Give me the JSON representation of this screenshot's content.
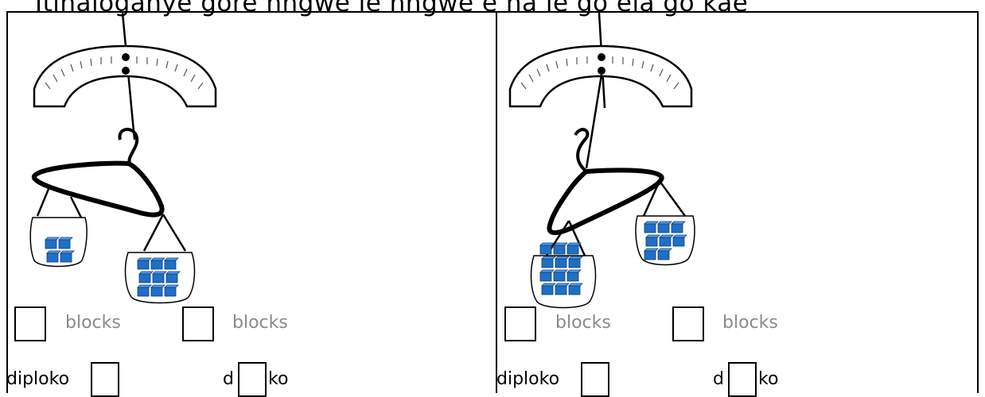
{
  "worksheet": {
    "instruction": "Itlhaloganye gore nngwe le nngwe e na le go ela go kae"
  },
  "panels": [
    {
      "left_bag_blocks": 4,
      "right_bag_blocks": 9,
      "unit_label_1": "blocks",
      "unit_label_2": "blocks",
      "compare_word_1": "diploko",
      "compare_word_2_prefix": "d",
      "compare_word_2_suffix": "ko"
    },
    {
      "left_bag_blocks": 12,
      "right_bag_blocks": 8,
      "unit_label_1": "blocks",
      "unit_label_2": "blocks",
      "compare_word_1": "diploko",
      "compare_word_2_prefix": "d",
      "compare_word_2_suffix": "ko"
    }
  ],
  "colors": {
    "block_fill": "#1f6fc6",
    "block_top": "#5b9ee6",
    "block_edge": "#0b3d78",
    "unit_label_color": "#8a8a8a"
  },
  "icons": [
    "spring-scale-icon",
    "coat-hanger-icon",
    "bag-icon",
    "block-icon"
  ]
}
